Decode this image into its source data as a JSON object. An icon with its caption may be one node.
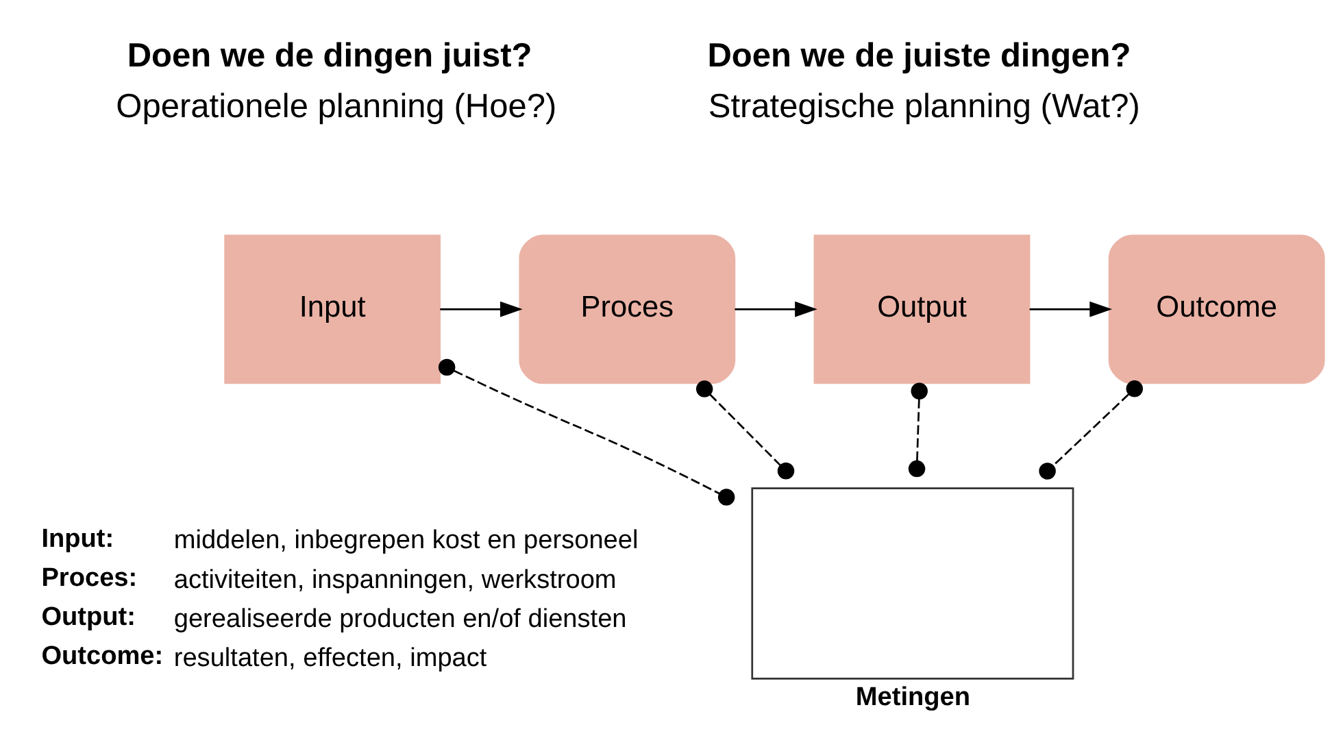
{
  "diagram": {
    "nodes": [
      {
        "text": [
          "Input"
        ]
      },
      {
        "text": [
          "Proces"
        ]
      },
      {
        "text": [
          "Output"
        ]
      },
      {
        "text": [
          "Outcome"
        ]
      },
      {
        "text": [],
        "shape": "box",
        "beside": [
          "Metingen"
        ]
      }
    ],
    "edges": [
      {
        "from": 0,
        "to": 1,
        "arrow": "to"
      },
      {
        "from": 1,
        "to": 2,
        "arrow": "to"
      },
      {
        "from": 2,
        "to": 3,
        "arrow": "to"
      },
      {
        "from": 0,
        "to": 4,
        "arrow": "other",
        "style": "dashed"
      },
      {
        "from": 1,
        "to": 4,
        "arrow": "other",
        "style": "dashed"
      },
      {
        "from": 2,
        "to": 4,
        "arrow": "other",
        "style": "dashed"
      },
      {
        "from": 3,
        "to": 4,
        "arrow": "other",
        "style": "dashed"
      }
    ],
    "labels": [
      "Doen we de dingen juist?",
      "Operationele planning (Hoe?)",
      "Doen we de juiste dingen?",
      "Strategische planning (Wat?)",
      "Input:",
      "middelen, inbegrepen kost en personeel",
      "Proces:",
      "activiteiten, inspanningen, werkstroom",
      "Output:",
      "gerealiseerde producten en/of diensten",
      "Outcome:",
      "resultaten, effecten, impact"
    ]
  }
}
